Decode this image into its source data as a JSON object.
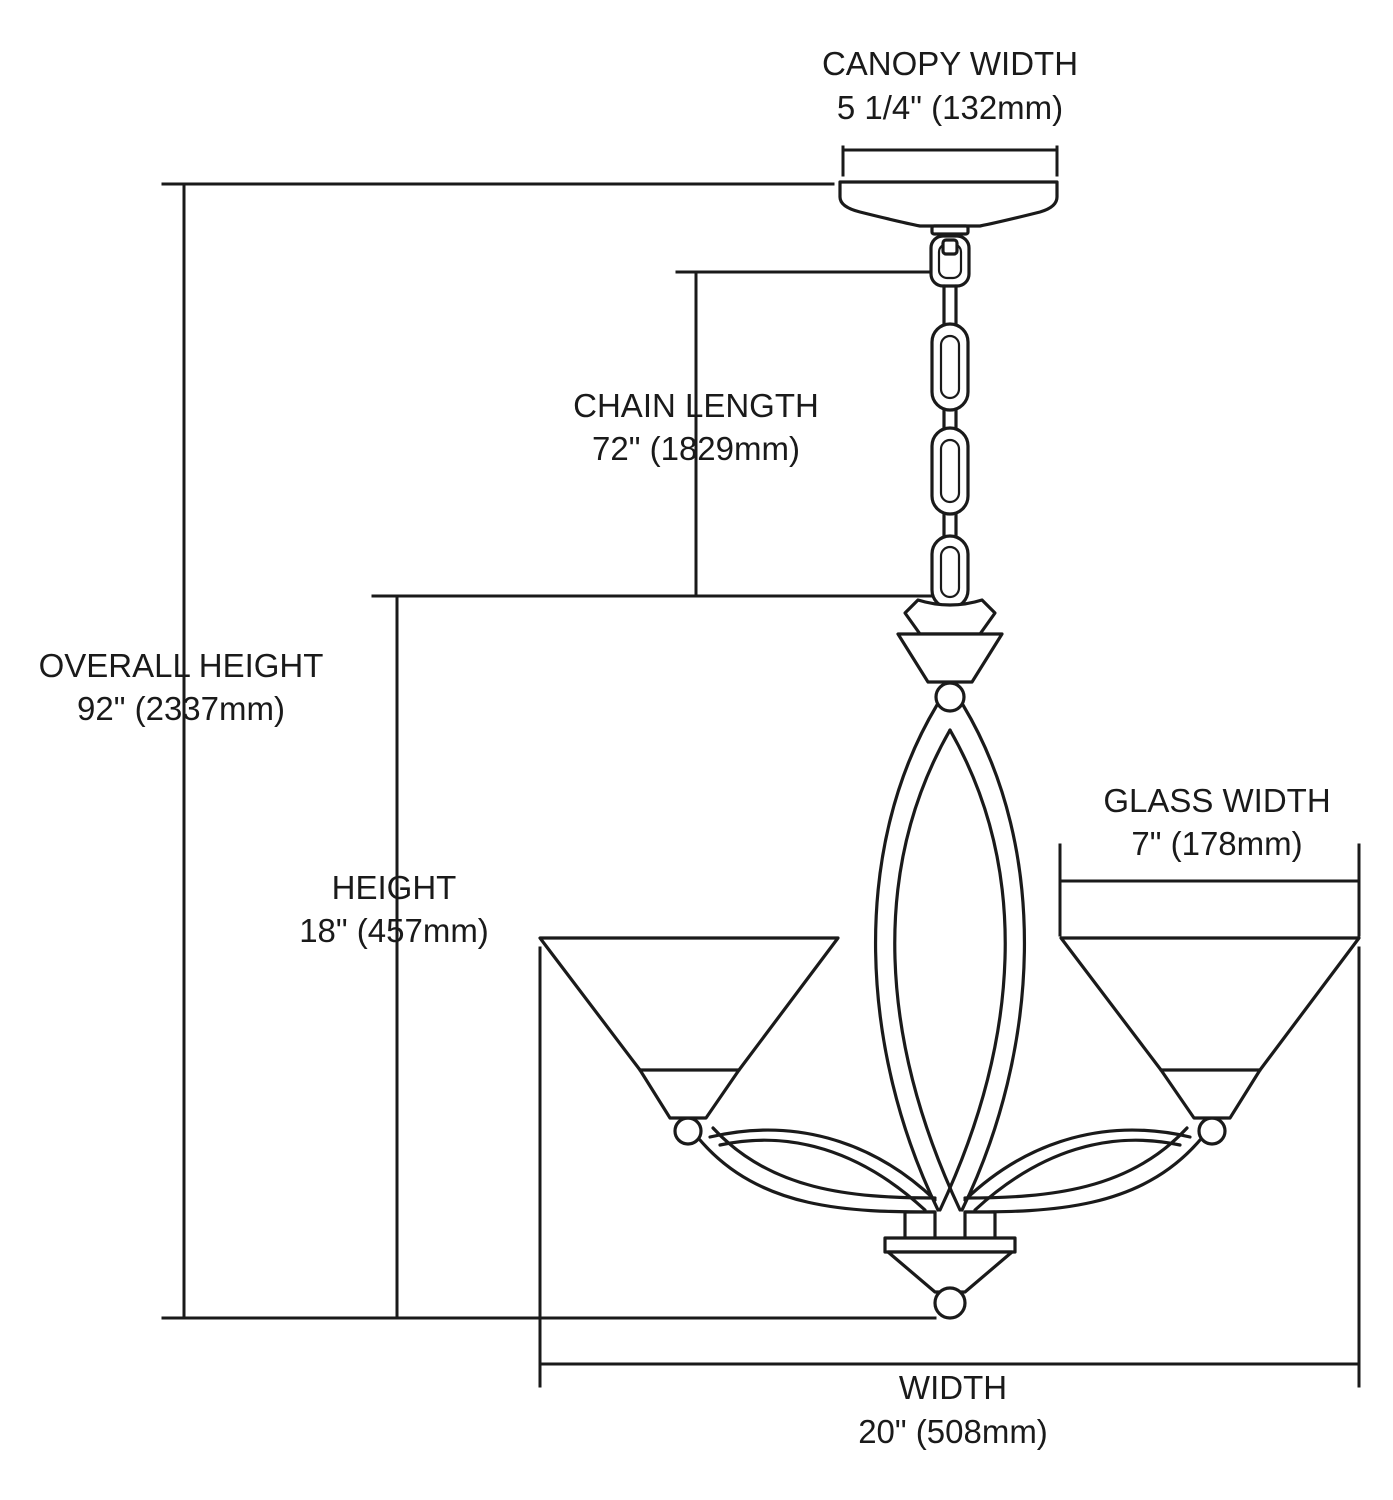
{
  "dimensions": {
    "canopy_width": {
      "label": "CANOPY WIDTH",
      "value": "5 1/4\" (132mm)"
    },
    "chain_length": {
      "label": "CHAIN LENGTH",
      "value": "72\" (1829mm)"
    },
    "overall_height": {
      "label": "OVERALL HEIGHT",
      "value": "92\" (2337mm)"
    },
    "height": {
      "label": "HEIGHT",
      "value": "18\" (457mm)"
    },
    "glass_width": {
      "label": "GLASS WIDTH",
      "value": "7\" (178mm)"
    },
    "width": {
      "label": "WIDTH",
      "value": "20\" (508mm)"
    }
  },
  "colors": {
    "line": "#1a1a1a",
    "background": "#ffffff"
  }
}
